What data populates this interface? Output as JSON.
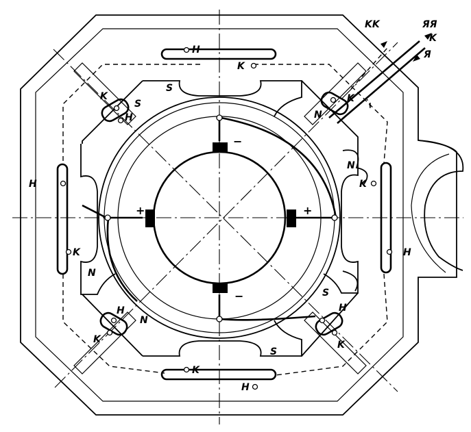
{
  "labels": {
    "series_field": "H",
    "series_field_end": "K",
    "shunt_lead": "KK",
    "armature_lead_1": "ЯЯ",
    "armature_lead_2": "Я",
    "k_lead": "K",
    "pole_north": "N",
    "pole_south": "S",
    "brush_plus": "+",
    "brush_minus": "−"
  },
  "colors": {
    "ink": "#000000",
    "paper": "#ffffff"
  }
}
